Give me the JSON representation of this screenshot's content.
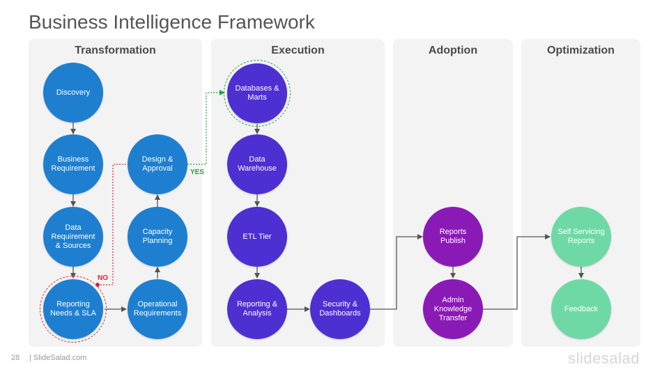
{
  "title": "Business Intelligence Framework",
  "panels": [
    {
      "title": "Transformation"
    },
    {
      "title": "Execution"
    },
    {
      "title": "Adoption"
    },
    {
      "title": "Optimization"
    }
  ],
  "nodes": {
    "discovery": "Discovery",
    "business_requirement": "Business\nRequirement",
    "data_requirement": "Data\nRequirement\n& Sources",
    "reporting_needs": "Reporting\nNeeds & SLA",
    "operational_requirements": "Operational\nRequirements",
    "capacity_planning": "Capacity\nPlanning",
    "design_approval": "Design &\nApproval",
    "databases_marts": "Databases &\nMarts",
    "data_warehouse": "Data\nWarehouse",
    "etl_tier": "ETL Tier",
    "reporting_analysis": "Reporting &\nAnalysis",
    "security_dashboards": "Security &\nDashboards",
    "reports_publish": "Reports\nPublish",
    "admin_knowledge_transfer": "Admin\nKnowledge\nTransfer",
    "self_servicing_reports": "Self Servicing\nReports",
    "feedback": "Feedback"
  },
  "labels": {
    "yes": "YES",
    "no": "NO"
  },
  "footer": {
    "page_number": "28",
    "site": "| SlideSalad.com",
    "brand": "slidesalad"
  },
  "colors": {
    "transformation": "#1e7fd0",
    "execution": "#4e2fd2",
    "adoption": "#8a1ab6",
    "optimization": "#6fd9a6",
    "arrow": "#555555",
    "yes": "#22a447",
    "no": "#d7263d"
  }
}
